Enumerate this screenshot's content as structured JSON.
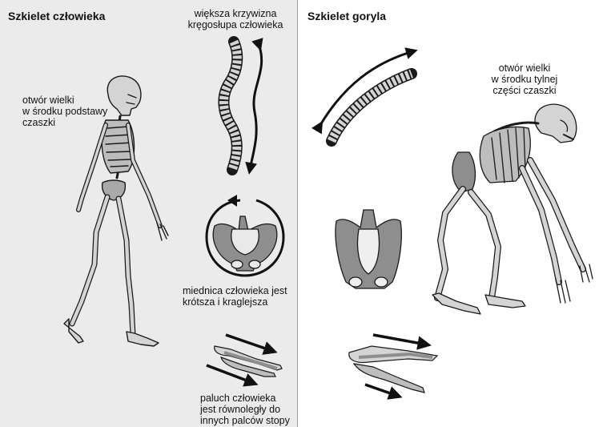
{
  "human": {
    "title": "Szkielet człowieka",
    "spine_caption": [
      "większa krzywizna",
      "kręgosłupa człowieka"
    ],
    "foramen_caption": [
      "otwór wielki",
      "w środku podstawy",
      "czaszki"
    ],
    "pelvis_caption": [
      "miednica człowieka jest",
      "krótsza i kraglejsza"
    ],
    "toe_caption": [
      "paluch człowieka",
      "jest równoległy do",
      "innych palców stopy"
    ]
  },
  "gorilla": {
    "title": "Szkielet goryla",
    "foramen_caption": [
      "otwór wielki",
      "w środku tylnej",
      "części czaszki"
    ]
  },
  "colors": {
    "bone": "#d4d4d4",
    "bone_dark": "#8e8e8e",
    "outline": "#1a1a1a",
    "panel_left": "#ebebeb"
  }
}
